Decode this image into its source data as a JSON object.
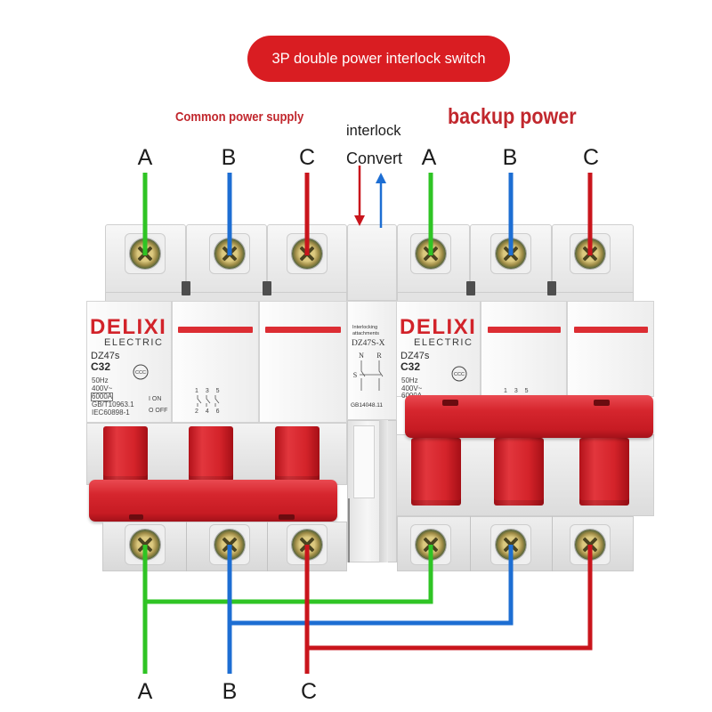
{
  "title": "3P double power interlock switch",
  "labels": {
    "common_power_supply": "Common power supply",
    "backup_power": "backup power",
    "interlock": "interlock",
    "convert": "Convert"
  },
  "top_phases": {
    "common": [
      "A",
      "B",
      "C"
    ],
    "backup": [
      "A",
      "B",
      "C"
    ]
  },
  "bottom_phases": [
    "A",
    "B",
    "C"
  ],
  "breakers": {
    "common": {
      "brand": "DELIXI",
      "subtitle": "ELECTRIC",
      "model": "DZ47s",
      "rating": "C32",
      "cert_mark": "CCC",
      "specs": [
        "50Hz",
        "400V~",
        "6000A",
        "GB/T10963.1",
        "IEC60898-1"
      ],
      "on_label": "I ON",
      "off_label": "O OFF",
      "terminal_numbers_top": "1 3 5",
      "terminal_numbers_bottom": "2 4 6"
    },
    "backup": {
      "brand": "DELIXI",
      "subtitle": "ELECTRIC",
      "model": "DZ47s",
      "rating": "C32",
      "cert_mark": "CCC",
      "specs": [
        "50Hz",
        "400V~",
        "6000A"
      ],
      "terminal_numbers_top": "1 3 5"
    }
  },
  "interlock_module": {
    "title_line1": "Interlocking",
    "title_line2": "attachments",
    "model": "DZ47S-X",
    "diagram_labels": [
      "N",
      "R",
      "S"
    ],
    "standard": "GB14048.11"
  },
  "colors": {
    "phase_A": "#2fc424",
    "phase_B": "#1d6ed3",
    "phase_C": "#c9151c",
    "banner": "#d91d22",
    "heading_red": "#c1272d",
    "brand": "#d2232a"
  }
}
